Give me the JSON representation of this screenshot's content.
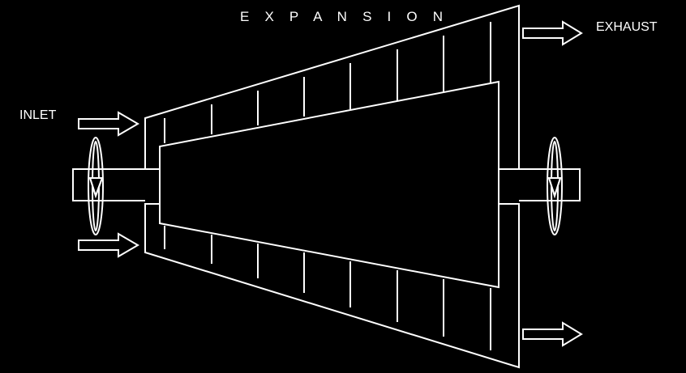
{
  "title": "E X P A N S I O N",
  "labels": {
    "inlet": "INLET",
    "exhaust": "EXHAUST"
  },
  "colors": {
    "background": "#000000",
    "stroke": "#ffffff"
  },
  "icons": {
    "inlet_flow": "arrow-right-outline-icon",
    "exhaust_flow": "arrow-right-outline-icon",
    "rotation": "rotation-ring-icon"
  }
}
